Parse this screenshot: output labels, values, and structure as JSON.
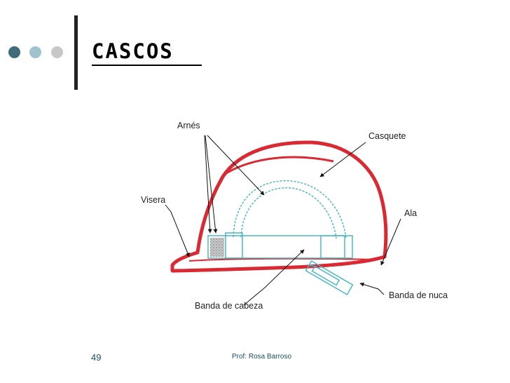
{
  "slide": {
    "title": "CASCOS",
    "page_number": "49",
    "footer": "Prof: Rosa Barroso",
    "bullet_colors": [
      "#3f6c7a",
      "#9fc3cc",
      "#c8c8c8"
    ]
  },
  "diagram": {
    "labels": {
      "arnes": "Arnés",
      "casquete": "Casquete",
      "visera": "Visera",
      "ala": "Ala",
      "banda_cabeza": "Banda de cabeza",
      "banda_nuca": "Banda de nuca"
    },
    "colors": {
      "shell": "#d92a33",
      "harness": "#3fb5c2",
      "lines": "#111111"
    }
  }
}
